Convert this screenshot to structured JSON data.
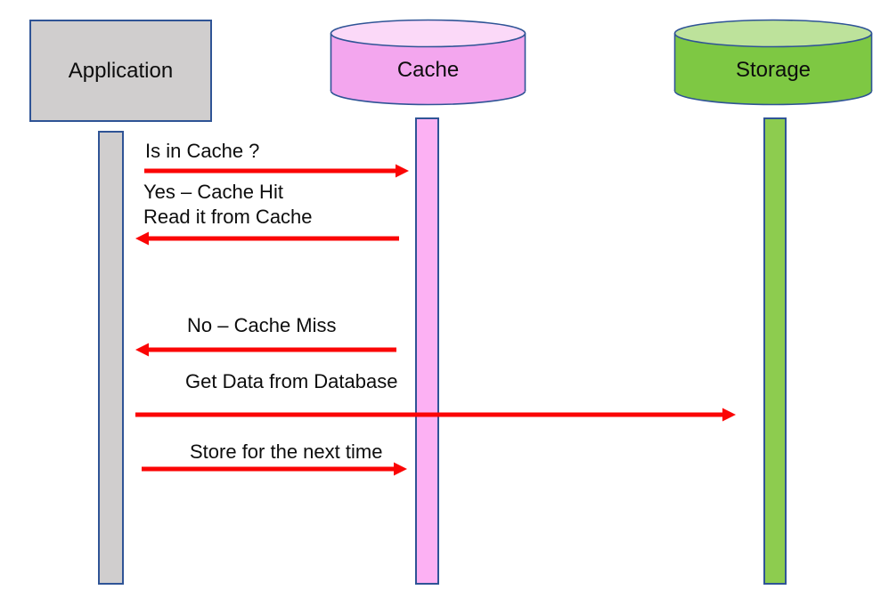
{
  "diagram": {
    "type": "sequence-diagram",
    "topic": "cache read/write flow"
  },
  "colors": {
    "background": "#FFFFFF",
    "text": "#0D0D0D",
    "arrow_red": "#FB0505",
    "shape_border": "#2F5496",
    "app_fill": "#D0CECE",
    "cache_body": "#F3A6EE",
    "cache_top": "#FBD9F8",
    "cache_lifeline": "#FCB1F3",
    "storage_body": "#7EC843",
    "storage_top": "#BDE29B",
    "storage_lifeline": "#8DCC4F"
  },
  "participants": [
    {
      "id": "application",
      "label": "Application",
      "shape": "rectangle"
    },
    {
      "id": "cache",
      "label": "Cache",
      "shape": "cylinder"
    },
    {
      "id": "storage",
      "label": "Storage",
      "shape": "cylinder"
    }
  ],
  "messages": [
    {
      "label": "Is in Cache ?",
      "from": "application",
      "to": "cache",
      "direction": "right"
    },
    {
      "label": "Yes – Cache Hit\nRead it from Cache",
      "from": "cache",
      "to": "application",
      "direction": "left"
    },
    {
      "label": "No – Cache Miss",
      "from": "cache",
      "to": "application",
      "direction": "left"
    },
    {
      "label": "Get Data from Database",
      "from": "application",
      "to": "storage",
      "direction": "right"
    },
    {
      "label": "Store for the next time",
      "from": "application",
      "to": "cache",
      "direction": "right"
    }
  ]
}
